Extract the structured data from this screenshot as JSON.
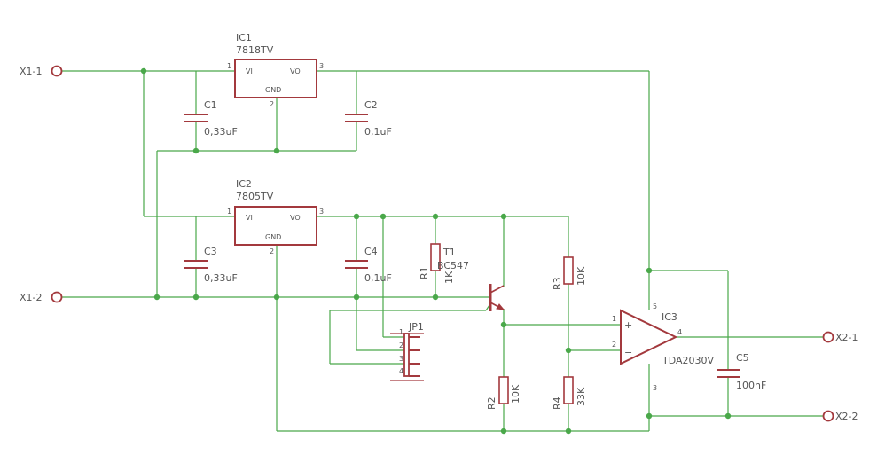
{
  "colors": {
    "wire": "#4aa84a",
    "part": "#a3393d",
    "text": "#555555"
  },
  "connectors": {
    "x1_1": "X1-1",
    "x1_2": "X1-2",
    "x2_1": "X2-1",
    "x2_2": "X2-2"
  },
  "ic1": {
    "name": "IC1",
    "value": "7818TV",
    "vi": "VI",
    "vo": "VO",
    "gnd": "GND",
    "p1": "1",
    "p2": "2",
    "p3": "3"
  },
  "ic2": {
    "name": "IC2",
    "value": "7805TV",
    "vi": "VI",
    "vo": "VO",
    "gnd": "GND",
    "p1": "1",
    "p2": "2",
    "p3": "3"
  },
  "ic3": {
    "name": "IC3",
    "value": "TDA2030V",
    "plus": "+",
    "minus": "−",
    "p1": "1",
    "p2": "2",
    "p3": "3",
    "p4": "4",
    "p5": "5"
  },
  "c1": {
    "name": "C1",
    "value": "0,33uF"
  },
  "c2": {
    "name": "C2",
    "value": "0,1uF"
  },
  "c3": {
    "name": "C3",
    "value": "0,33uF"
  },
  "c4": {
    "name": "C4",
    "value": "0,1uF"
  },
  "c5": {
    "name": "C5",
    "value": "100nF"
  },
  "r1": {
    "name": "R1",
    "value": "1K"
  },
  "r2": {
    "name": "R2",
    "value": "10K"
  },
  "r3": {
    "name": "R3",
    "value": "10K"
  },
  "r4": {
    "name": "R4",
    "value": "33K"
  },
  "t1": {
    "name": "T1",
    "value": "BC547"
  },
  "jp1": {
    "name": "JP1",
    "p1": "1",
    "p2": "2",
    "p3": "3",
    "p4": "4"
  }
}
